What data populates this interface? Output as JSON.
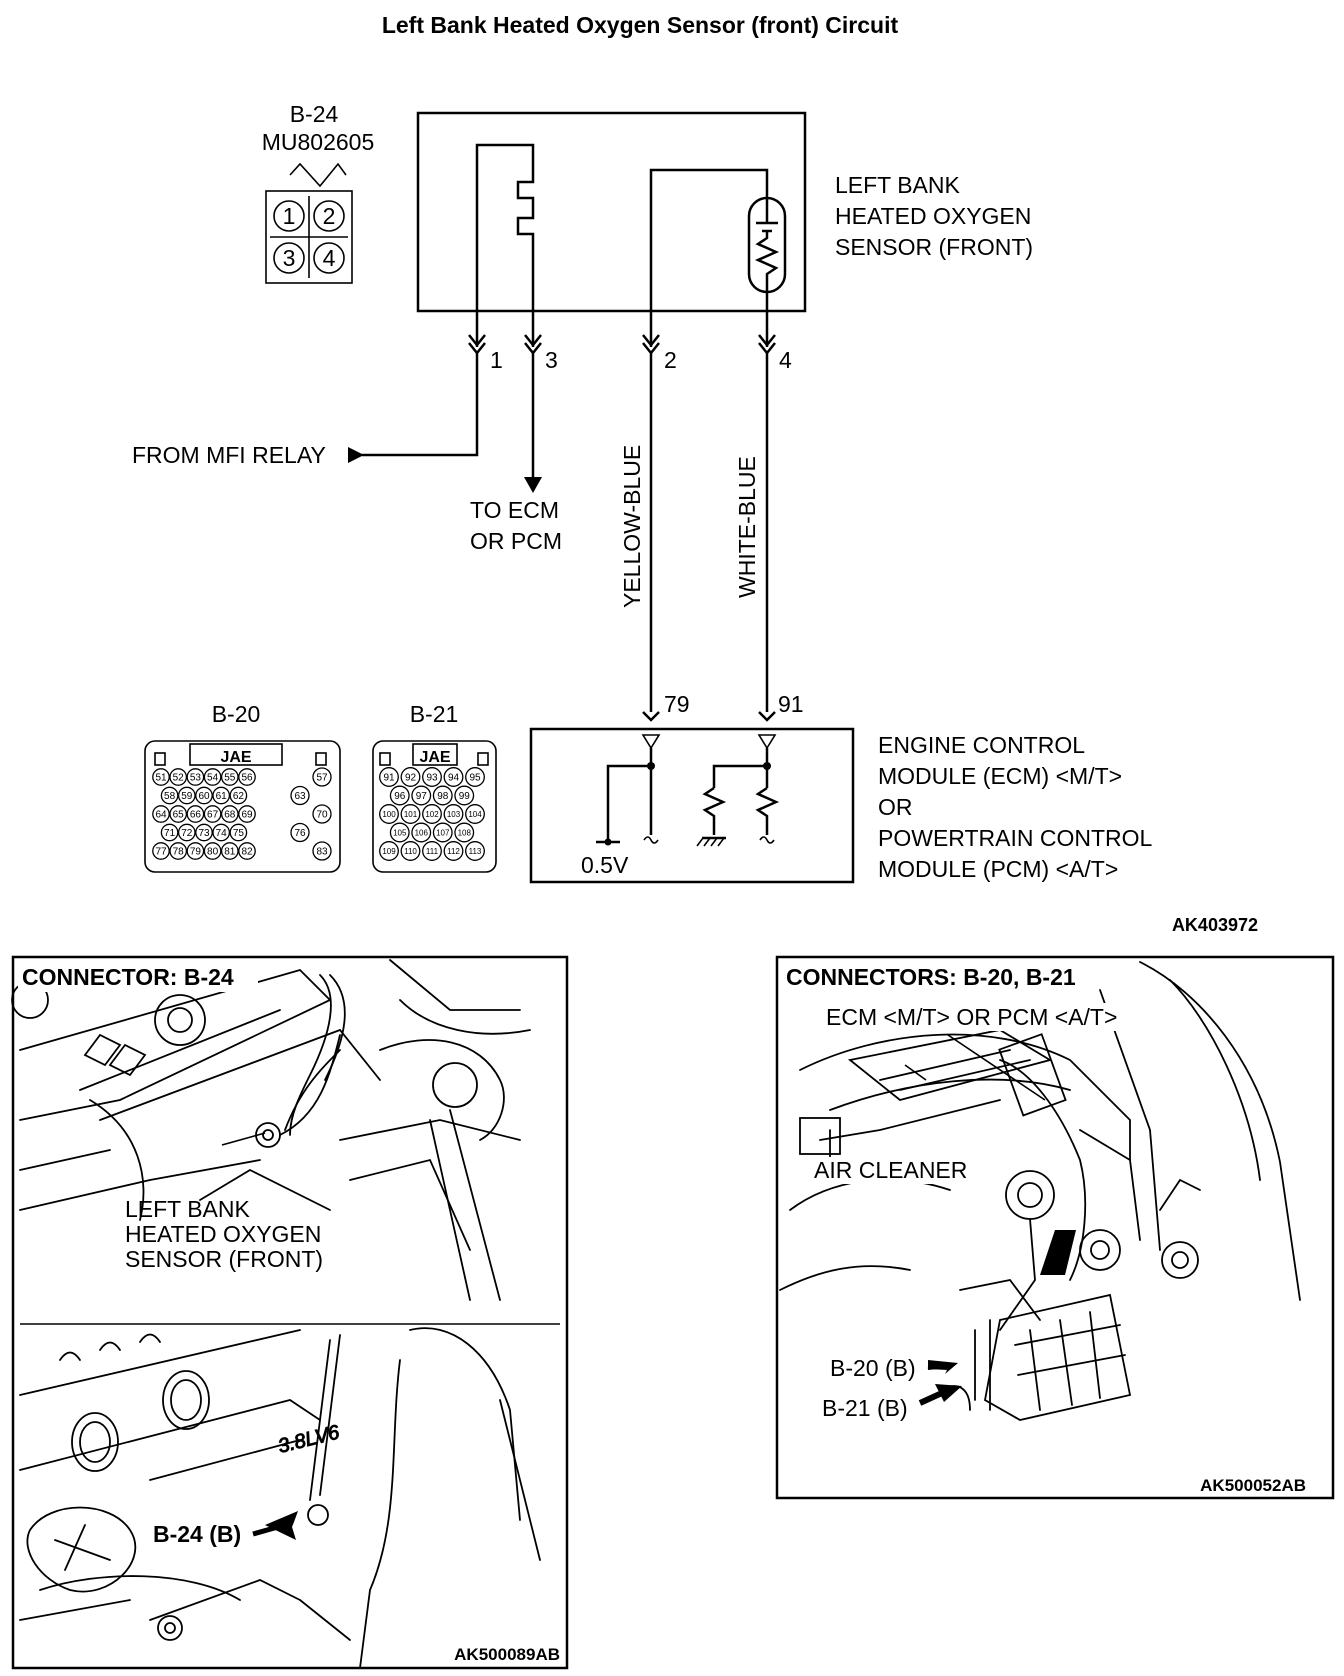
{
  "diagram": {
    "title": "Left Bank Heated Oxygen Sensor (front) Circuit",
    "sensor_connector": {
      "id": "B-24",
      "part_no": "MU802605",
      "pins": [
        "1",
        "2",
        "3",
        "4"
      ]
    },
    "sensor_label": [
      "LEFT BANK",
      "HEATED OXYGEN",
      "SENSOR (FRONT)"
    ],
    "pin_labels": {
      "p1": "1",
      "p3": "3",
      "p2": "2",
      "p4": "4"
    },
    "from_relay": "FROM MFI RELAY",
    "to_ecm": [
      "TO ECM",
      "OR PCM"
    ],
    "wire_colors": {
      "left": "YELLOW-BLUE",
      "right": "WHITE-BLUE"
    },
    "ecm_pins": {
      "left": "79",
      "right": "91"
    },
    "voltage": "0.5V",
    "ecm_label": [
      "ENGINE CONTROL",
      "MODULE (ECM) <M/T>",
      "OR",
      "POWERTRAIN CONTROL",
      "MODULE (PCM) <A/T>"
    ],
    "connector_b20": {
      "id": "B-20",
      "brand": "JAE",
      "rows": [
        [
          "51",
          "52",
          "53",
          "54",
          "55",
          "56"
        ],
        [
          "58",
          "59",
          "60",
          "61",
          "62"
        ],
        [
          "64",
          "65",
          "66",
          "67",
          "68",
          "69"
        ],
        [
          "71",
          "72",
          "73",
          "74",
          "75"
        ],
        [
          "77",
          "78",
          "79",
          "80",
          "81",
          "82"
        ]
      ],
      "side": [
        "57",
        "63",
        "70",
        "76",
        "83"
      ]
    },
    "connector_b21": {
      "id": "B-21",
      "brand": "JAE",
      "rows": [
        [
          "91",
          "92",
          "93",
          "94",
          "95"
        ],
        [
          "96",
          "97",
          "98",
          "99"
        ],
        [
          "100",
          "101",
          "102",
          "103",
          "104"
        ],
        [
          "105",
          "106",
          "107",
          "108"
        ],
        [
          "109",
          "110",
          "111",
          "112",
          "113"
        ]
      ]
    },
    "figure_code": "AK403972"
  },
  "photo_left": {
    "heading": "CONNECTOR: B-24",
    "label": [
      "LEFT BANK",
      "HEATED OXYGEN",
      "SENSOR (FRONT)"
    ],
    "callout": "B-24 (B)",
    "engine_marking": "3.8LV6",
    "code": "AK500089AB"
  },
  "photo_right": {
    "heading": "CONNECTORS: B-20, B-21",
    "ecm_label": "ECM <M/T> OR PCM <A/T>",
    "air_cleaner": "AIR CLEANER",
    "callouts": [
      "B-20 (B)",
      "B-21 (B)"
    ],
    "code": "AK500052AB"
  }
}
